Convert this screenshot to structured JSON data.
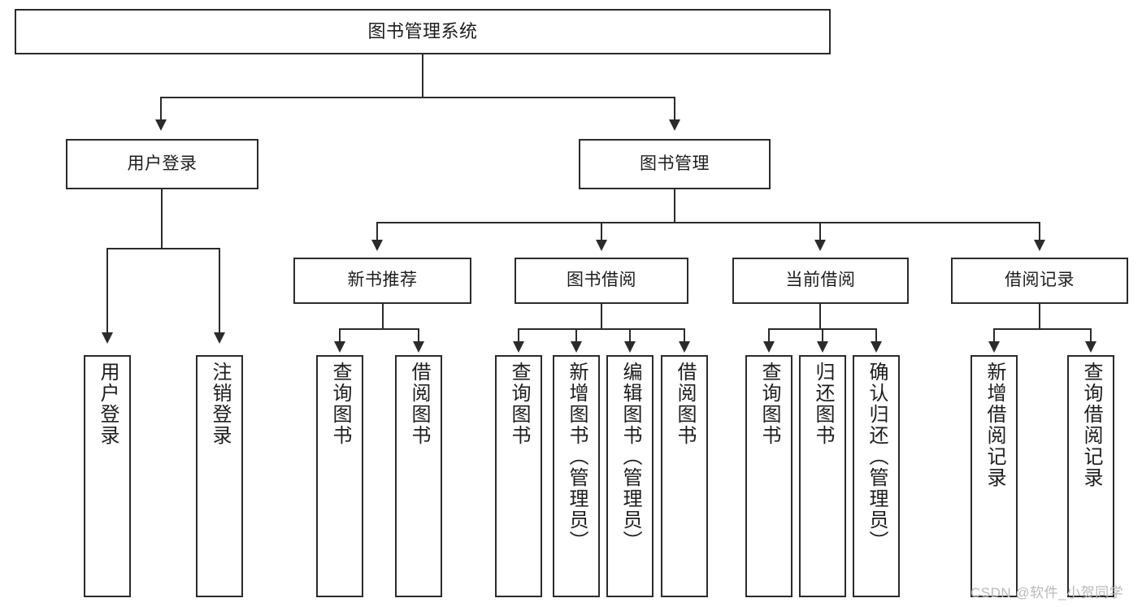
{
  "diagram": {
    "title": "图书管理系统",
    "type": "system-function-tree",
    "root": {
      "label": "图书管理系统"
    },
    "level1": [
      {
        "label": "用户登录"
      },
      {
        "label": "图书管理"
      }
    ],
    "level2": [
      {
        "label": "新书推荐"
      },
      {
        "label": "图书借阅"
      },
      {
        "label": "当前借阅"
      },
      {
        "label": "借阅记录"
      }
    ],
    "leaves": {
      "user_login": [
        {
          "label": "用户登录"
        },
        {
          "label": "注销登录"
        }
      ],
      "new_book_recommend": [
        {
          "label": "查询图书"
        },
        {
          "label": "借阅图书"
        }
      ],
      "book_borrow": [
        {
          "label": "查询图书"
        },
        {
          "label": "新增图书（管理员）"
        },
        {
          "label": "编辑图书（管理员）"
        },
        {
          "label": "借阅图书"
        }
      ],
      "current_borrow": [
        {
          "label": "查询图书"
        },
        {
          "label": "归还图书"
        },
        {
          "label": "确认归还（管理员）"
        }
      ],
      "borrow_record": [
        {
          "label": "新增借阅记录"
        },
        {
          "label": "查询借阅记录"
        }
      ]
    }
  },
  "watermark": {
    "text": "CSDN @软件_小贺同学"
  },
  "colors": {
    "stroke": "#2b2b2b",
    "background": "#ffffff",
    "text": "#1d1d1d",
    "watermark": "#b9b9b9"
  }
}
